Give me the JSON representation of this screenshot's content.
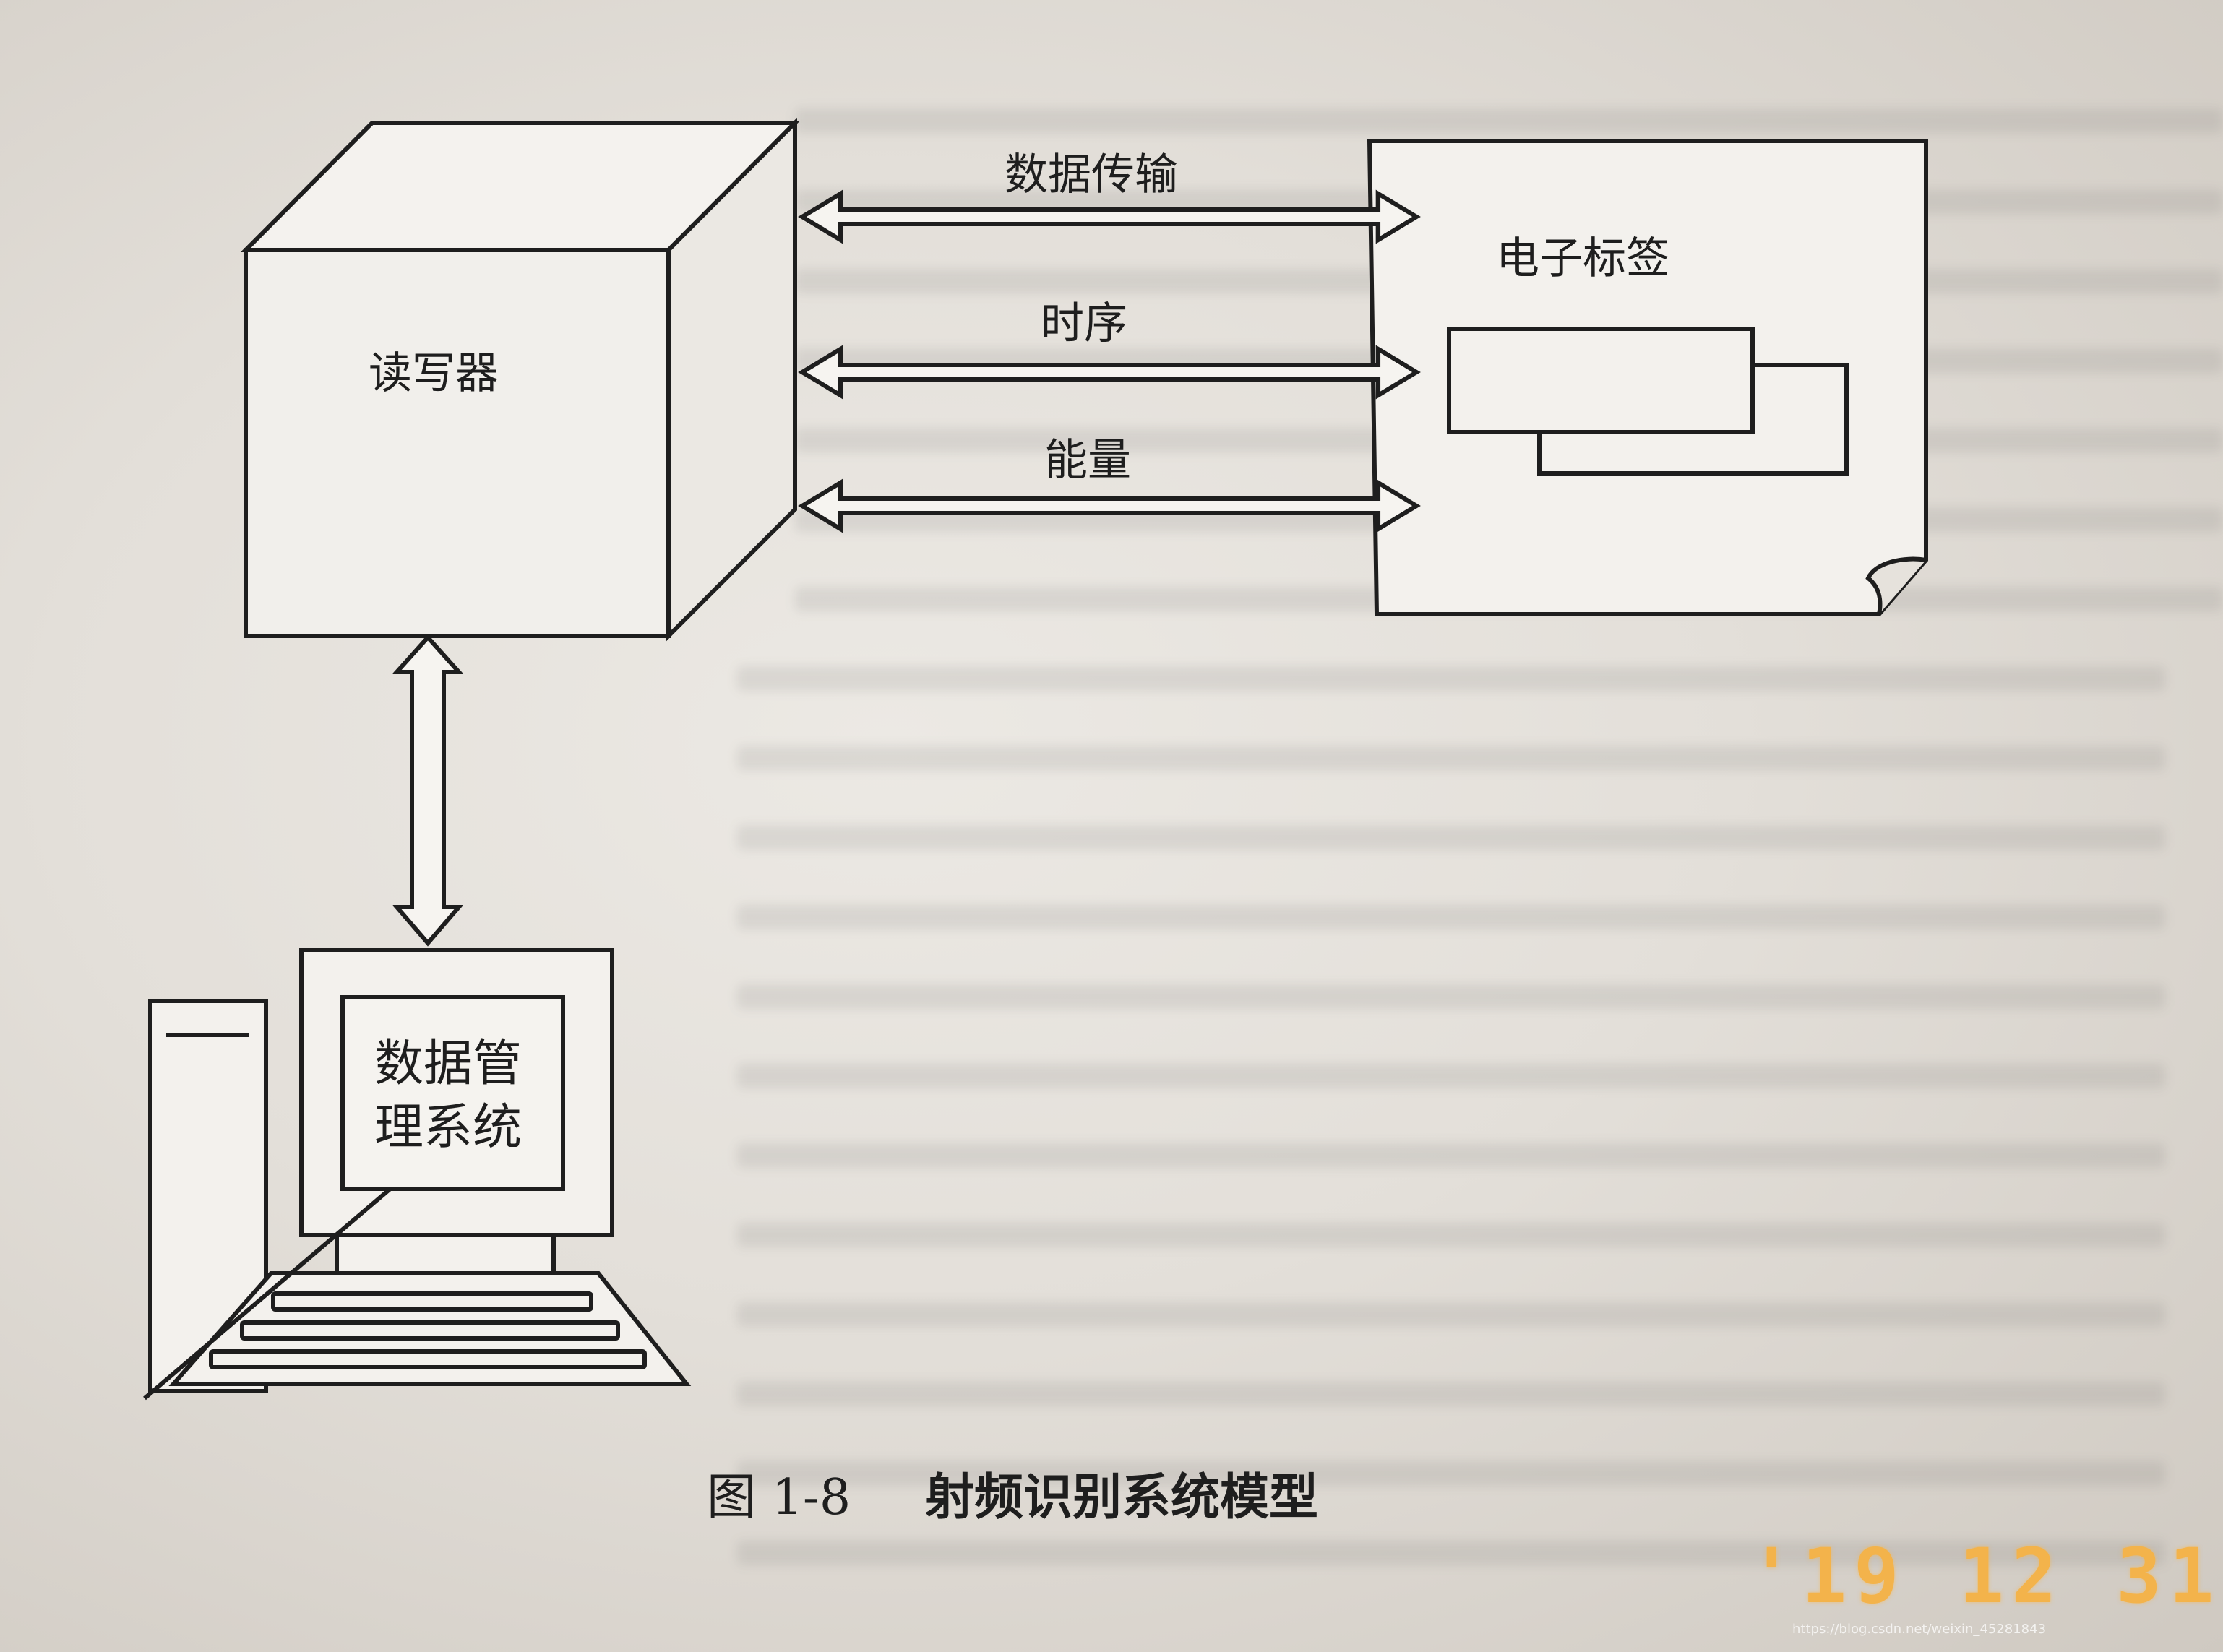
{
  "labels": {
    "reader": "读写器",
    "tag": "电子标签",
    "data_transfer": "数据传输",
    "timing": "时序",
    "energy": "能量",
    "dms_line1": "数据管",
    "dms_line2": "理系统"
  },
  "caption": {
    "number": "图 1-8",
    "title": "射频识别系统模型"
  },
  "date_stamp": "'19 12 31",
  "watermark": "https://blog.csdn.net/weixin_45281843"
}
